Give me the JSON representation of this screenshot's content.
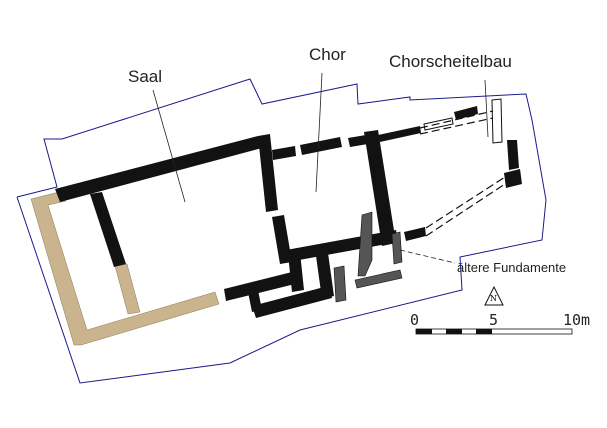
{
  "labels": {
    "saal": "Saal",
    "chor": "Chor",
    "chorscheitelbau": "Chorscheitelbau",
    "aeltere_fundamente": "ältere Fundamente"
  },
  "north_arrow": {
    "letter": "N"
  },
  "scale_bar": {
    "ticks": [
      "0",
      "5",
      "10m"
    ]
  },
  "colors": {
    "boundary": "#1a1a8c",
    "walls": "#111111",
    "reconstructed_wall": "#c9b48e"
  }
}
